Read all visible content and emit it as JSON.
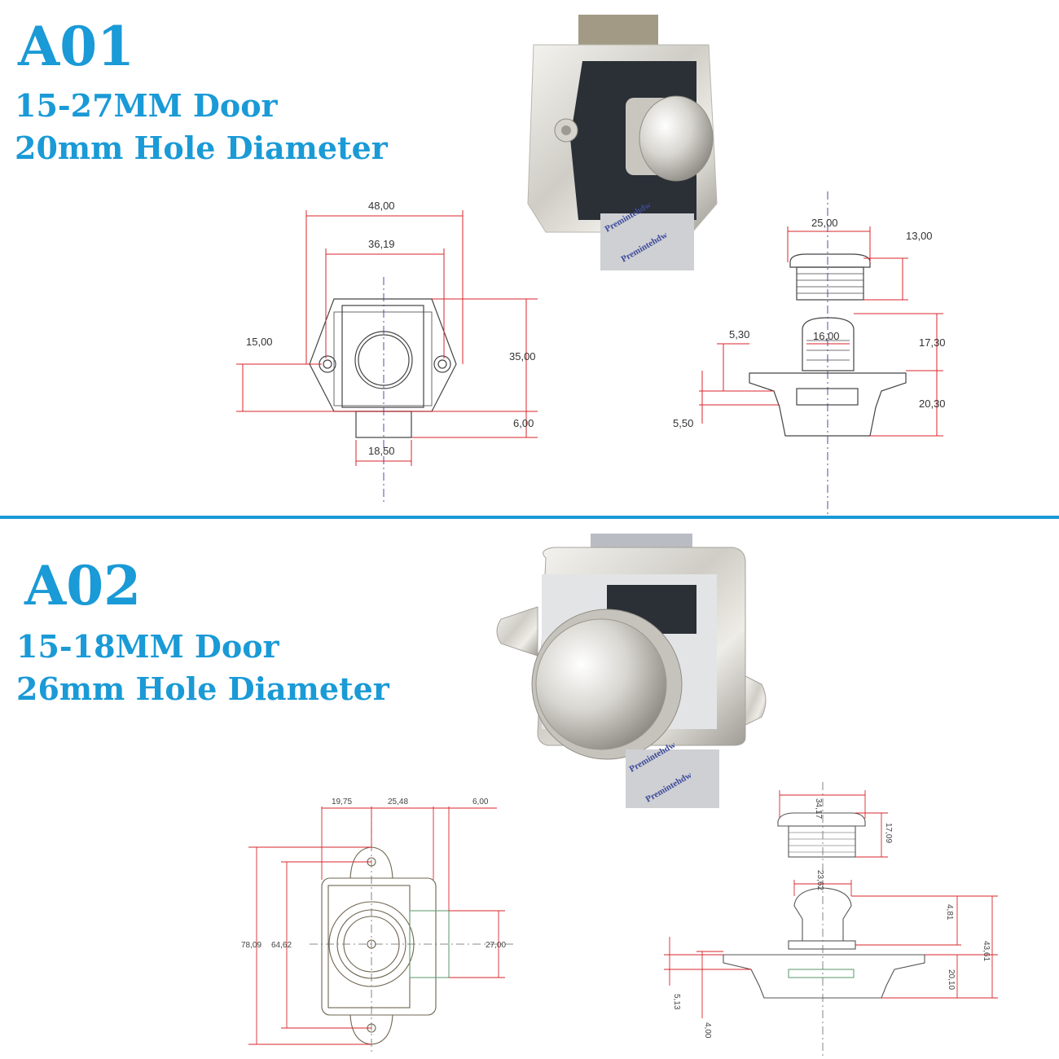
{
  "a01": {
    "model": "A01",
    "door": "15-27MM Door",
    "hole": "20mm Hole Diameter",
    "front_dims": [
      "48,00",
      "36,19",
      "15,00",
      "35,00",
      "6,00",
      "18,50"
    ],
    "side_dims": [
      "25,00",
      "13,00",
      "5,30",
      "16,00",
      "17,30",
      "20,30",
      "5,50"
    ]
  },
  "a02": {
    "model": "A02",
    "door": "15-18MM Door",
    "hole": "26mm Hole Diameter",
    "front_dims": [
      "19,75",
      "25,48",
      "6,00",
      "78,09",
      "64,62",
      "27,00"
    ],
    "side_dims": [
      "34,17",
      "17,09",
      "23,62",
      "4,81",
      "43,61",
      "20,10",
      "5,13",
      "4,00"
    ]
  },
  "watermark": "Premintehdw",
  "colors": {
    "accent": "#1a9ad6",
    "dimension_line": "#d9262b",
    "outline": "#444444",
    "center_line": "#3a3aa0"
  }
}
